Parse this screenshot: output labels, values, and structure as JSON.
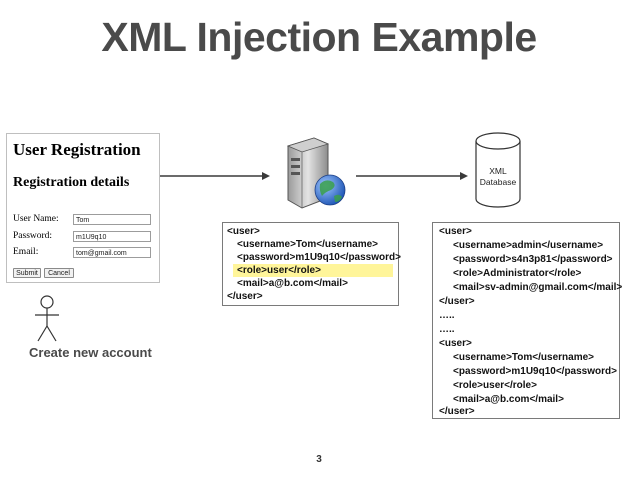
{
  "slide": {
    "title": "XML Injection Example",
    "page_number": "3"
  },
  "form": {
    "title": "User Registration",
    "subtitle": "Registration details",
    "fields": [
      {
        "label": "User Name:",
        "value": "Tom"
      },
      {
        "label": "Password:",
        "value": "m1U9q10"
      },
      {
        "label": "Email:",
        "value": "tom@gmail.com"
      }
    ],
    "submit_label": "Submit",
    "cancel_label": "Cancel"
  },
  "actor": {
    "label": "Create new account"
  },
  "database": {
    "label_line1": "XML",
    "label_line2": "Database"
  },
  "injected_xml": {
    "lines": [
      "<user>",
      "<username>Tom</username>",
      "<password>m1U9q10</password>",
      "<role>user</role>",
      "<mail>a@b.com</mail>",
      "</user>"
    ],
    "highlighted_line": 3
  },
  "stored_xml": {
    "lines": [
      "<user>",
      "<username>admin</username>",
      "<password>s4n3p81</password>",
      "<role>Administrator</role>",
      "<mail>sv-admin@gmail.com</mail>",
      "</user>",
      "…..",
      "…..",
      "<user>",
      "<username>Tom</username>",
      "<password>m1U9q10</password>",
      "<role>user</role>",
      "<mail>a@b.com</mail>",
      "</user>"
    ]
  },
  "colors": {
    "title": "#4a4a4a",
    "highlight": "#fff59a",
    "globe": "#2f6fd1"
  }
}
